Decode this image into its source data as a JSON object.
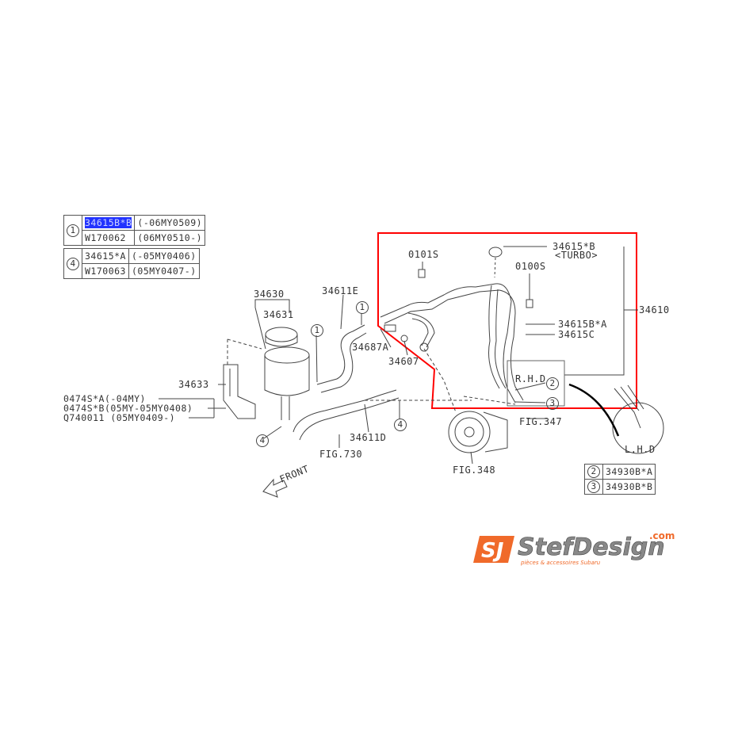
{
  "top_table": {
    "groups": [
      {
        "ref": "1",
        "rows": [
          {
            "part": "34615B*B",
            "range": "(-06MY0509)",
            "selected": true
          },
          {
            "part": "W170062",
            "range": "(06MY0510-)"
          }
        ]
      },
      {
        "ref": "4",
        "rows": [
          {
            "part": "34615*A",
            "range": "(-05MY0406)"
          },
          {
            "part": "W170063",
            "range": "(05MY0407-)"
          }
        ]
      }
    ]
  },
  "labels": {
    "p34630": "34630",
    "p34631": "34631",
    "p34611E": "34611E",
    "p34687A": "34687A",
    "p34607": "34607",
    "p34633": "34633",
    "bolt_a": "0474S*A(-04MY)",
    "bolt_b": "0474S*B(05MY-05MY0408)",
    "bolt_c": "Q740011 (05MY0409-)",
    "p34611D": "34611D",
    "fig730": "FIG.730",
    "front": "FRONT",
    "fig348": "FIG.348",
    "fig347": "FIG.347",
    "lhd": "L.H.D",
    "rhd": "R.H.D",
    "p34615B": "34615*B",
    "turbo": "<TURBO>",
    "p0101S": "0101S",
    "p0100S": "0100S",
    "p34610": "34610",
    "p34615BA": "34615B*A",
    "p34615C": "34615C",
    "ref1": "1",
    "ref2": "2",
    "ref3": "3",
    "ref4": "4"
  },
  "bottom_table": {
    "rows": [
      {
        "ref": "2",
        "part": "34930B*A"
      },
      {
        "ref": "3",
        "part": "34930B*B"
      }
    ]
  },
  "highlight_color": "#ff0000",
  "logo": {
    "name": "StefDesign",
    "domain": ".com",
    "tagline": "pièces & accessoires Subaru",
    "color": "#f06a2a"
  }
}
